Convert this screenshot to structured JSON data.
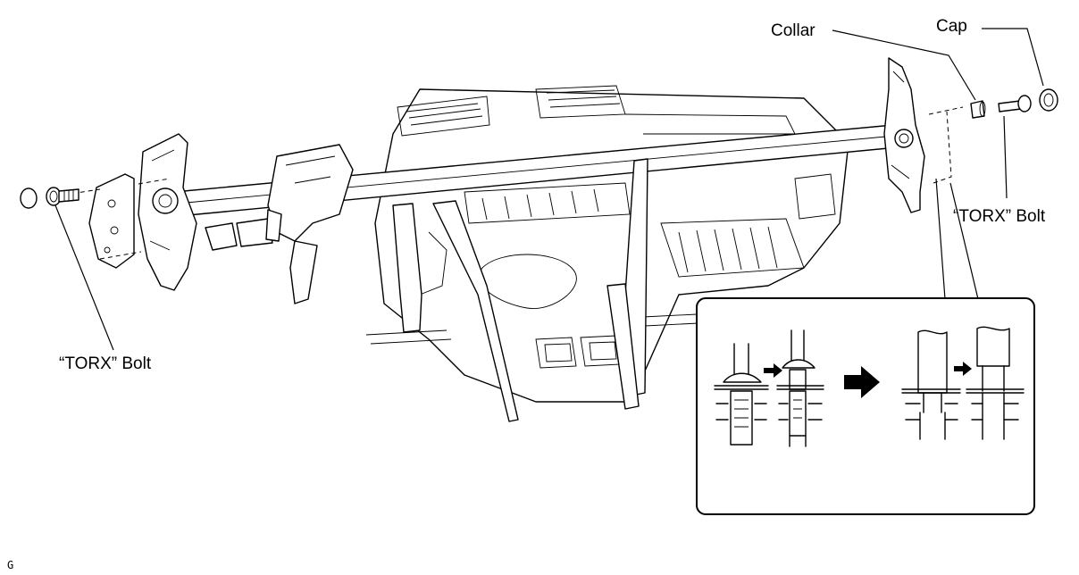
{
  "labels": {
    "collar": "Collar",
    "cap": "Cap",
    "torx_bolt_right": "“TORX” Bolt",
    "torx_bolt_left": "“TORX” Bolt"
  },
  "reference_code": "G",
  "icons": {
    "step_arrow_small": "arrow-right-small-icon",
    "step_arrow_large": "arrow-right-large-icon"
  }
}
